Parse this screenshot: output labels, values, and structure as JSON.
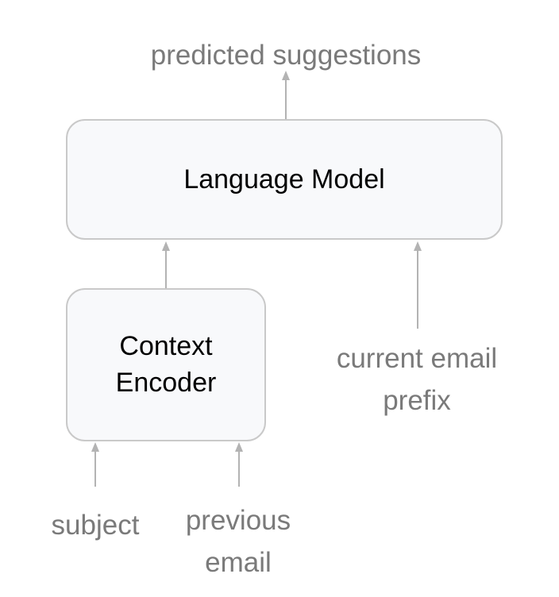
{
  "diagram": {
    "output_label": "predicted suggestions",
    "language_model": {
      "label": "Language Model"
    },
    "context_encoder": {
      "line1": "Context",
      "line2": "Encoder"
    },
    "current_email_prefix": {
      "line1": "current email",
      "line2": "prefix"
    },
    "subject": {
      "label": "subject"
    },
    "previous_email": {
      "line1": "previous",
      "line2": "email"
    }
  },
  "colors": {
    "box_fill": "#f8f9fb",
    "box_border": "#c9c9c9",
    "arrow": "#b3b3b3",
    "label_text": "#7a7a7a",
    "box_text": "#000000"
  }
}
